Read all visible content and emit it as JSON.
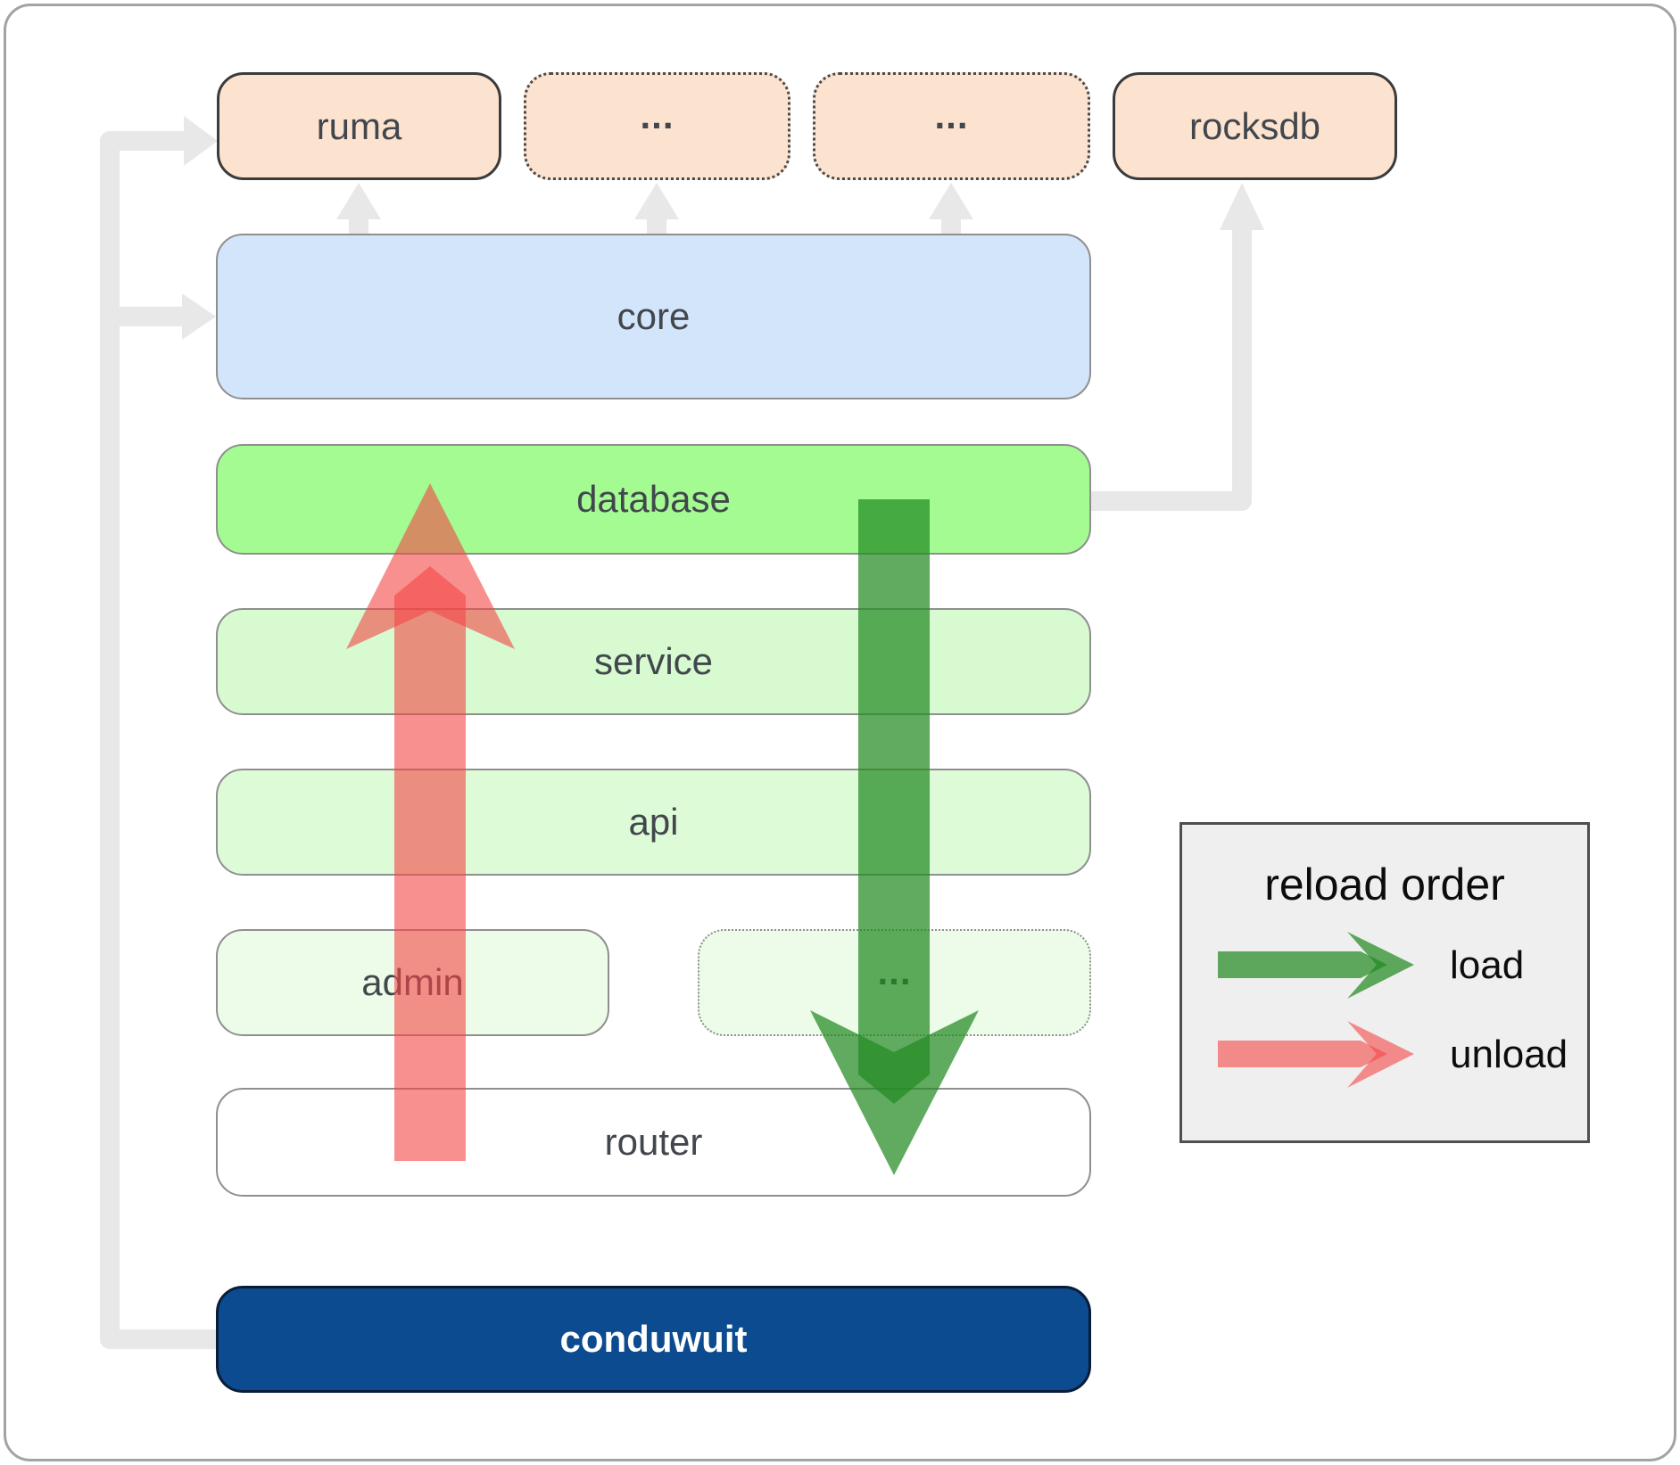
{
  "nodes": {
    "ruma": {
      "label": "ruma"
    },
    "crate_dots_1": {
      "label": "..."
    },
    "crate_dots_2": {
      "label": "..."
    },
    "rocksdb": {
      "label": "rocksdb"
    },
    "core": {
      "label": "core"
    },
    "database": {
      "label": "database"
    },
    "service": {
      "label": "service"
    },
    "api": {
      "label": "api"
    },
    "admin": {
      "label": "admin"
    },
    "module_dots": {
      "label": "..."
    },
    "router": {
      "label": "router"
    },
    "conduwuit": {
      "label": "conduwuit"
    }
  },
  "legend": {
    "title": "reload order",
    "items": [
      {
        "label": "load",
        "color": "#228b22"
      },
      {
        "label": "unload",
        "color": "#f34646"
      }
    ]
  },
  "colors": {
    "peach_box": "#fce3d0",
    "core_blue": "#d3e5fa",
    "database_green": "#a3fb92",
    "service_green": "#d7fad0",
    "api_green": "#defbd8",
    "admin_green": "#edfce8",
    "router_white": "#ffffff",
    "conduwuit_blue": "#0c4b8f",
    "connector_gray": "#e8e8e8",
    "load_arrow_green": "#228b22",
    "unload_arrow_red": "#f34646",
    "label_text": "#42474e"
  }
}
